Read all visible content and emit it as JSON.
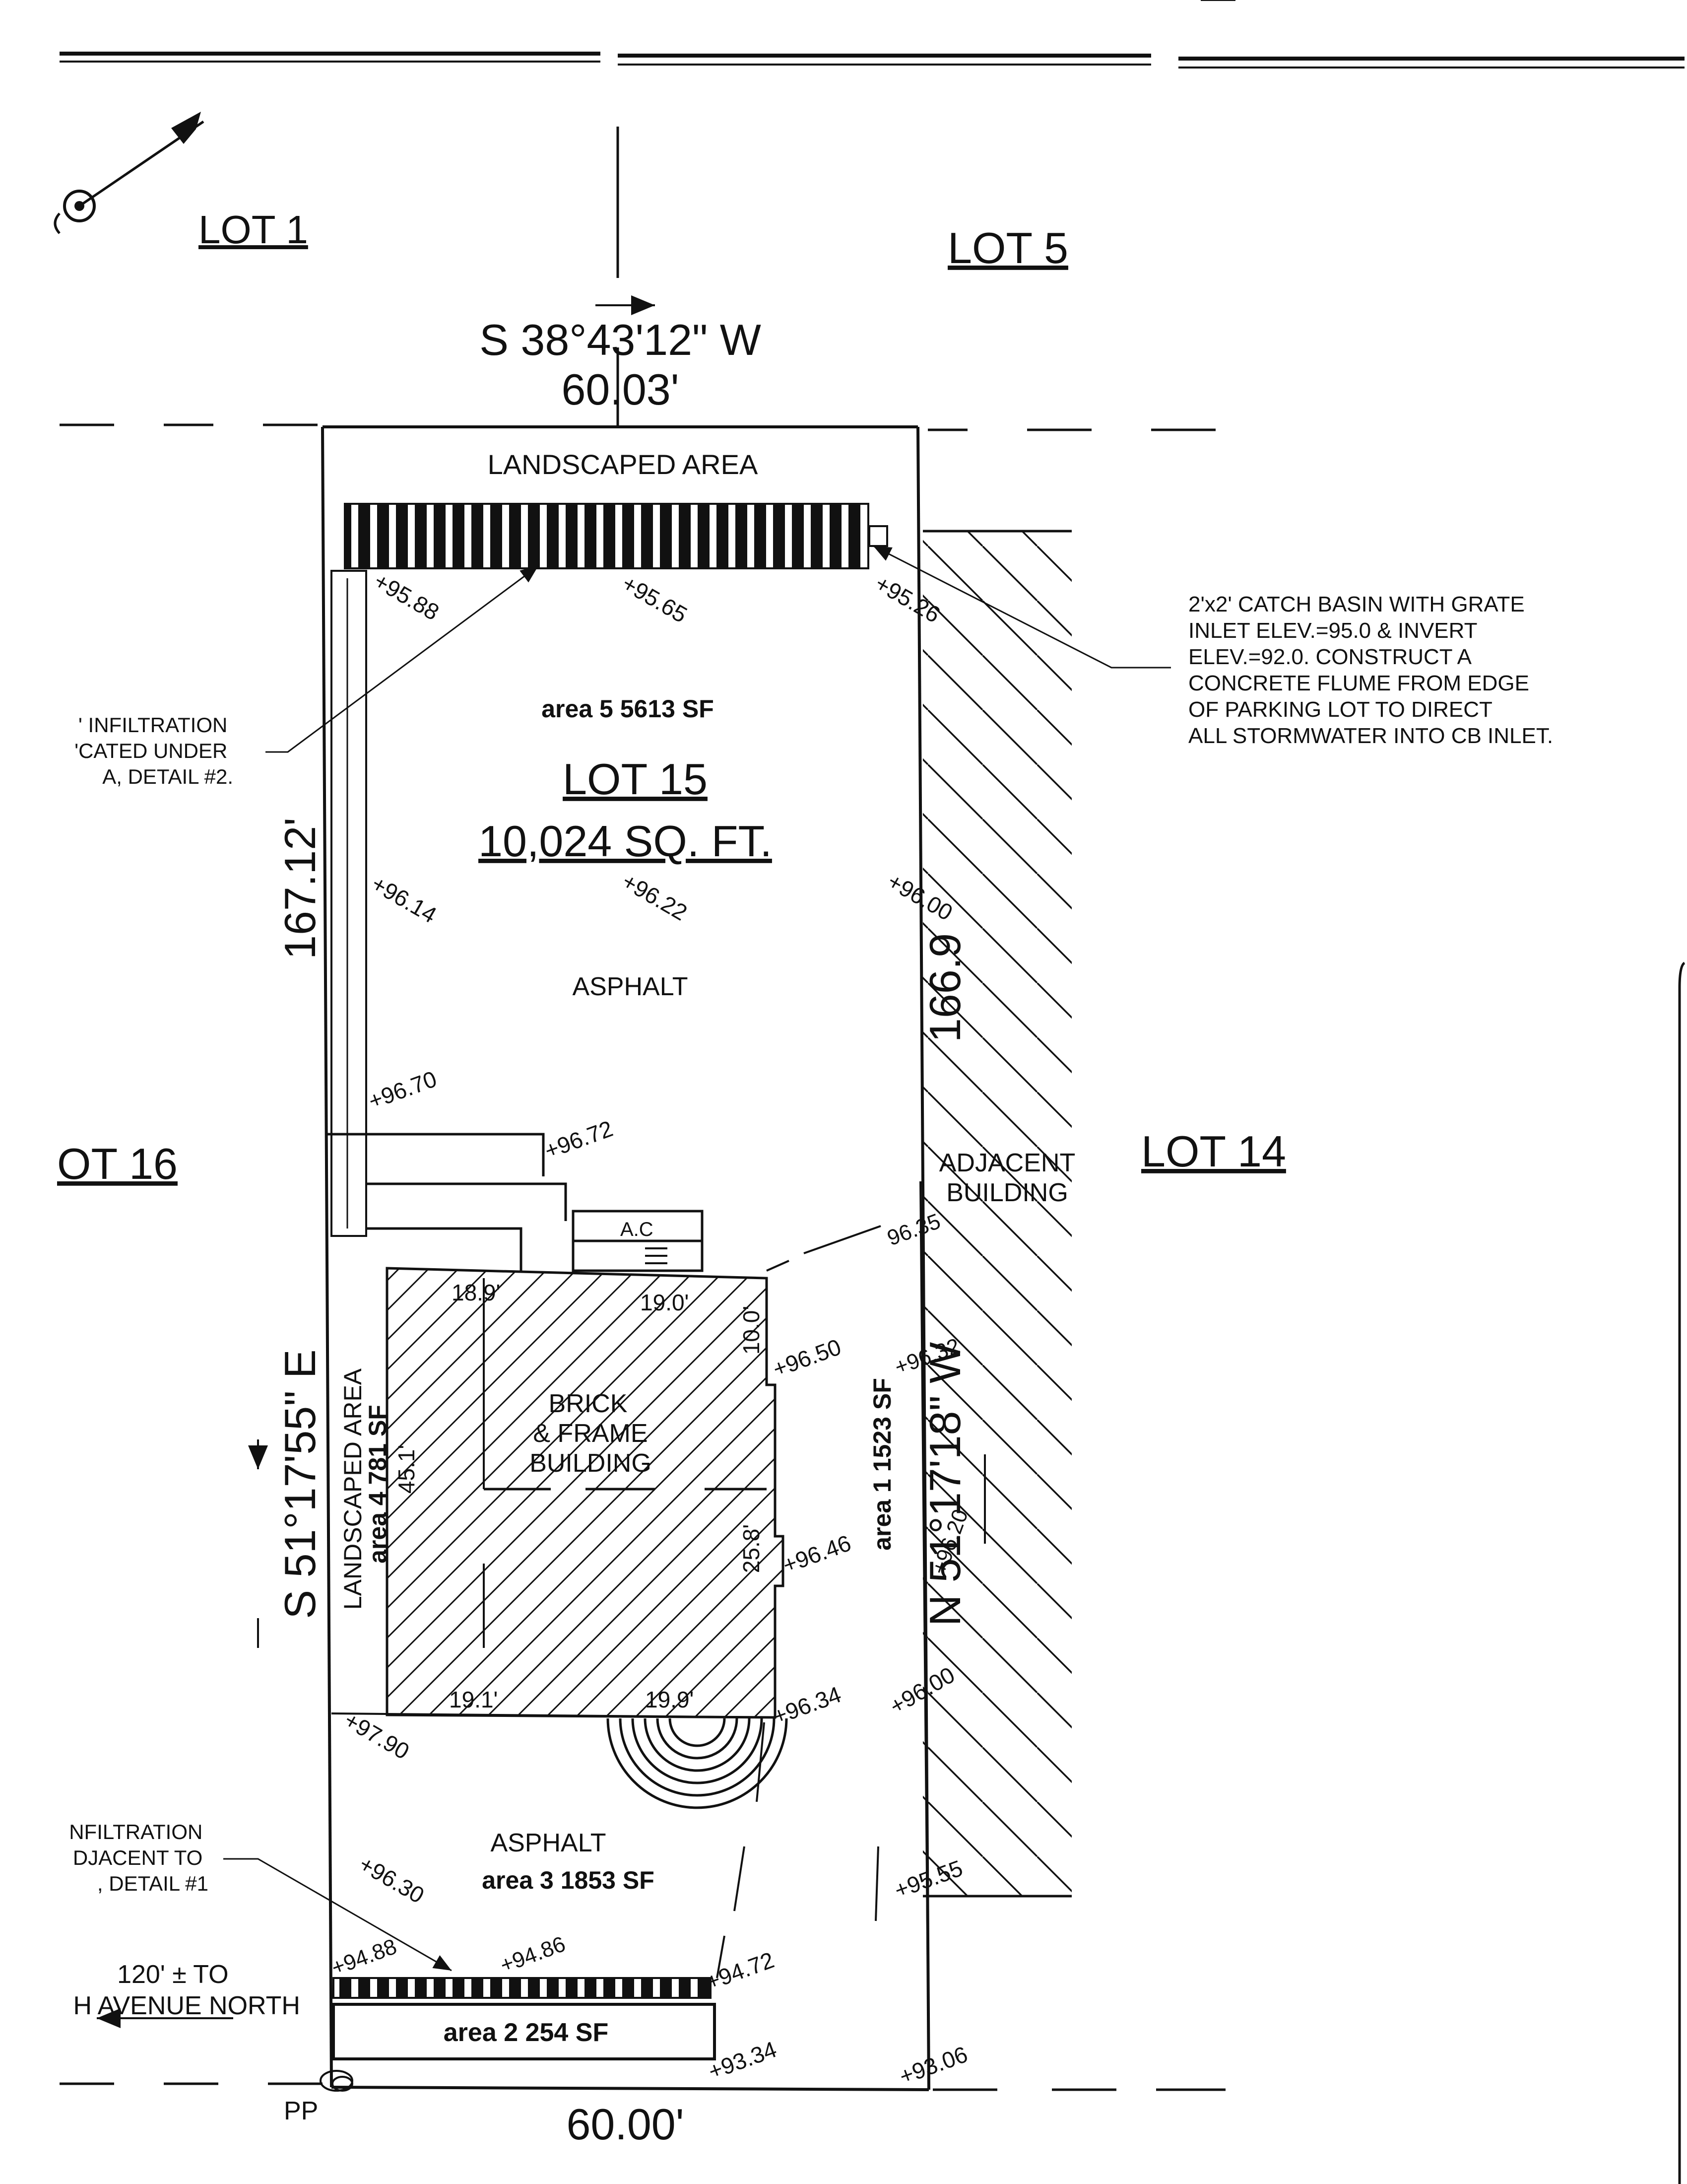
{
  "lots": {
    "lot_1": "LOT 1",
    "lot_5": "LOT 5",
    "lot_14": "LOT 14",
    "lot_16": "OT 16",
    "lot_15": "LOT 15",
    "lot_15_area": "10,024 SQ. FT."
  },
  "bearings": {
    "north": "S 38°43'12\" W",
    "north_length": "60.03'",
    "west": "S 51°17'55\" E",
    "west_length": "167.12'",
    "east": "N 51°17'18\" W",
    "east_length": "166.9",
    "south_length": "60.00'"
  },
  "areas": {
    "landscaped_north": "LANDSCAPED AREA",
    "area_5": "area 5  5613 SF",
    "asphalt_north": "ASPHALT",
    "landscaped_west": "LANDSCAPED AREA",
    "area_4": "area 4  781 SF",
    "area_1": "area 1  1523 SF",
    "asphalt_south": "ASPHALT",
    "area_3": "area 3  1853 SF",
    "area_2": "area 2  254 SF"
  },
  "building": {
    "line1": "BRICK",
    "line2": "& FRAME",
    "line3": "BUILDING",
    "dim_top_left": "18.9'",
    "dim_top_right": "19.0'",
    "dim_right_upper": "10.0'",
    "dim_left": "45.1'",
    "dim_right_lower": "25.8'",
    "dim_bottom_left": "19.1'",
    "dim_bottom_right": "19.9'",
    "ac_label": "A.C"
  },
  "adjacent": {
    "line1": "ADJACENT",
    "line2": "BUILDING"
  },
  "notes": {
    "catch_basin": [
      "2'x2' CATCH BASIN WITH GRATE",
      "INLET ELEV.=95.0 & INVERT",
      "ELEV.=92.0. CONSTRUCT A",
      "CONCRETE FLUME FROM EDGE",
      "OF PARKING LOT TO DIRECT",
      "ALL STORMWATER INTO CB INLET."
    ],
    "infiltration_upper": [
      "' INFILTRATION",
      "'CATED UNDER",
      "A, DETAIL #2."
    ],
    "infiltration_lower": [
      "NFILTRATION",
      "DJACENT TO",
      ", DETAIL #1"
    ],
    "distance": [
      "120' ± TO",
      "H AVENUE NORTH"
    ],
    "pp": "PP"
  },
  "elevations": {
    "e1": "+95.88",
    "e2": "+95.65",
    "e3": "+95.26",
    "e4": "+96.14",
    "e5": "+96.22",
    "e6": "+96.00",
    "e7": "+96.70",
    "e8": "+96.72",
    "e9": "96.35",
    "e10": "+96.50",
    "e11": "+96.32",
    "e12": "+96.46",
    "e13": "+96.20",
    "e14": "+97.90",
    "e15": "+96.34",
    "e16": "+96.00",
    "e17": "+96.30",
    "e18": "+95.55",
    "e19": "+94.88",
    "e20": "+94.86",
    "e21": "+94.72",
    "e22": "+93.34",
    "e23": "+93.06"
  }
}
